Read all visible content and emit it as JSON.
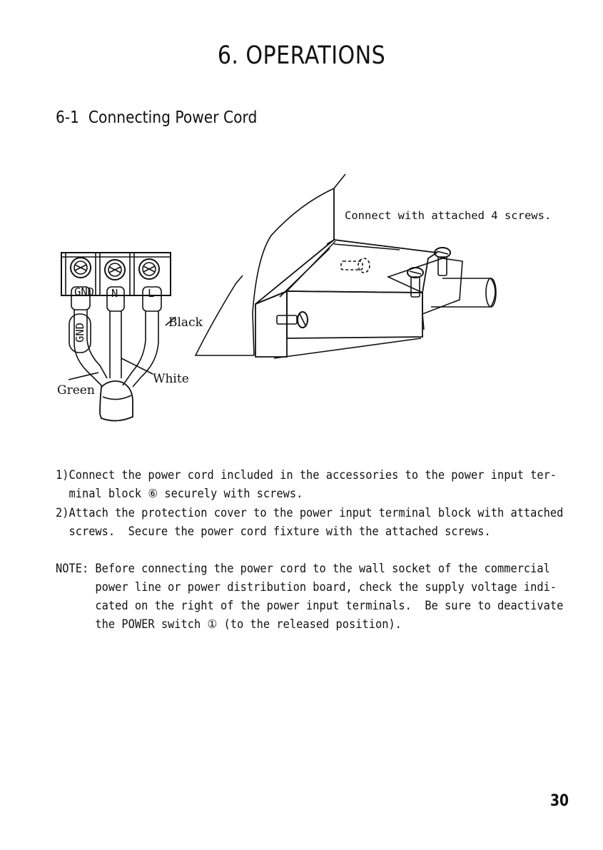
{
  "page": {
    "title": "6. OPERATIONS",
    "section": "6-1  Connecting Power Cord",
    "page_number": "30"
  },
  "figure": {
    "label_connect": "Connect with attached 4 screws.",
    "label_black": "Black",
    "label_white": "White",
    "label_green": "Green",
    "terminal_labels": [
      "GND",
      "N",
      "L"
    ],
    "wire_tag": "GND"
  },
  "instructions": {
    "step1_line1": "1)Connect the power cord included in the accessories to the power input ter-",
    "step1_line2": "  minal block ⑥ securely with screws.",
    "step2_line1": "2)Attach the protection cover to the power input terminal block with attached",
    "step2_line2": "  screws.  Secure the power cord fixture with the attached screws."
  },
  "note": {
    "line1": "NOTE: Before connecting the power cord to the wall socket of the commercial",
    "line2": "      power line or power distribution board, check the supply voltage indi-",
    "line3": "      cated on the right of the power input terminals.  Be sure to deactivate",
    "line4": "      the POWER switch ① (to the released position)."
  }
}
